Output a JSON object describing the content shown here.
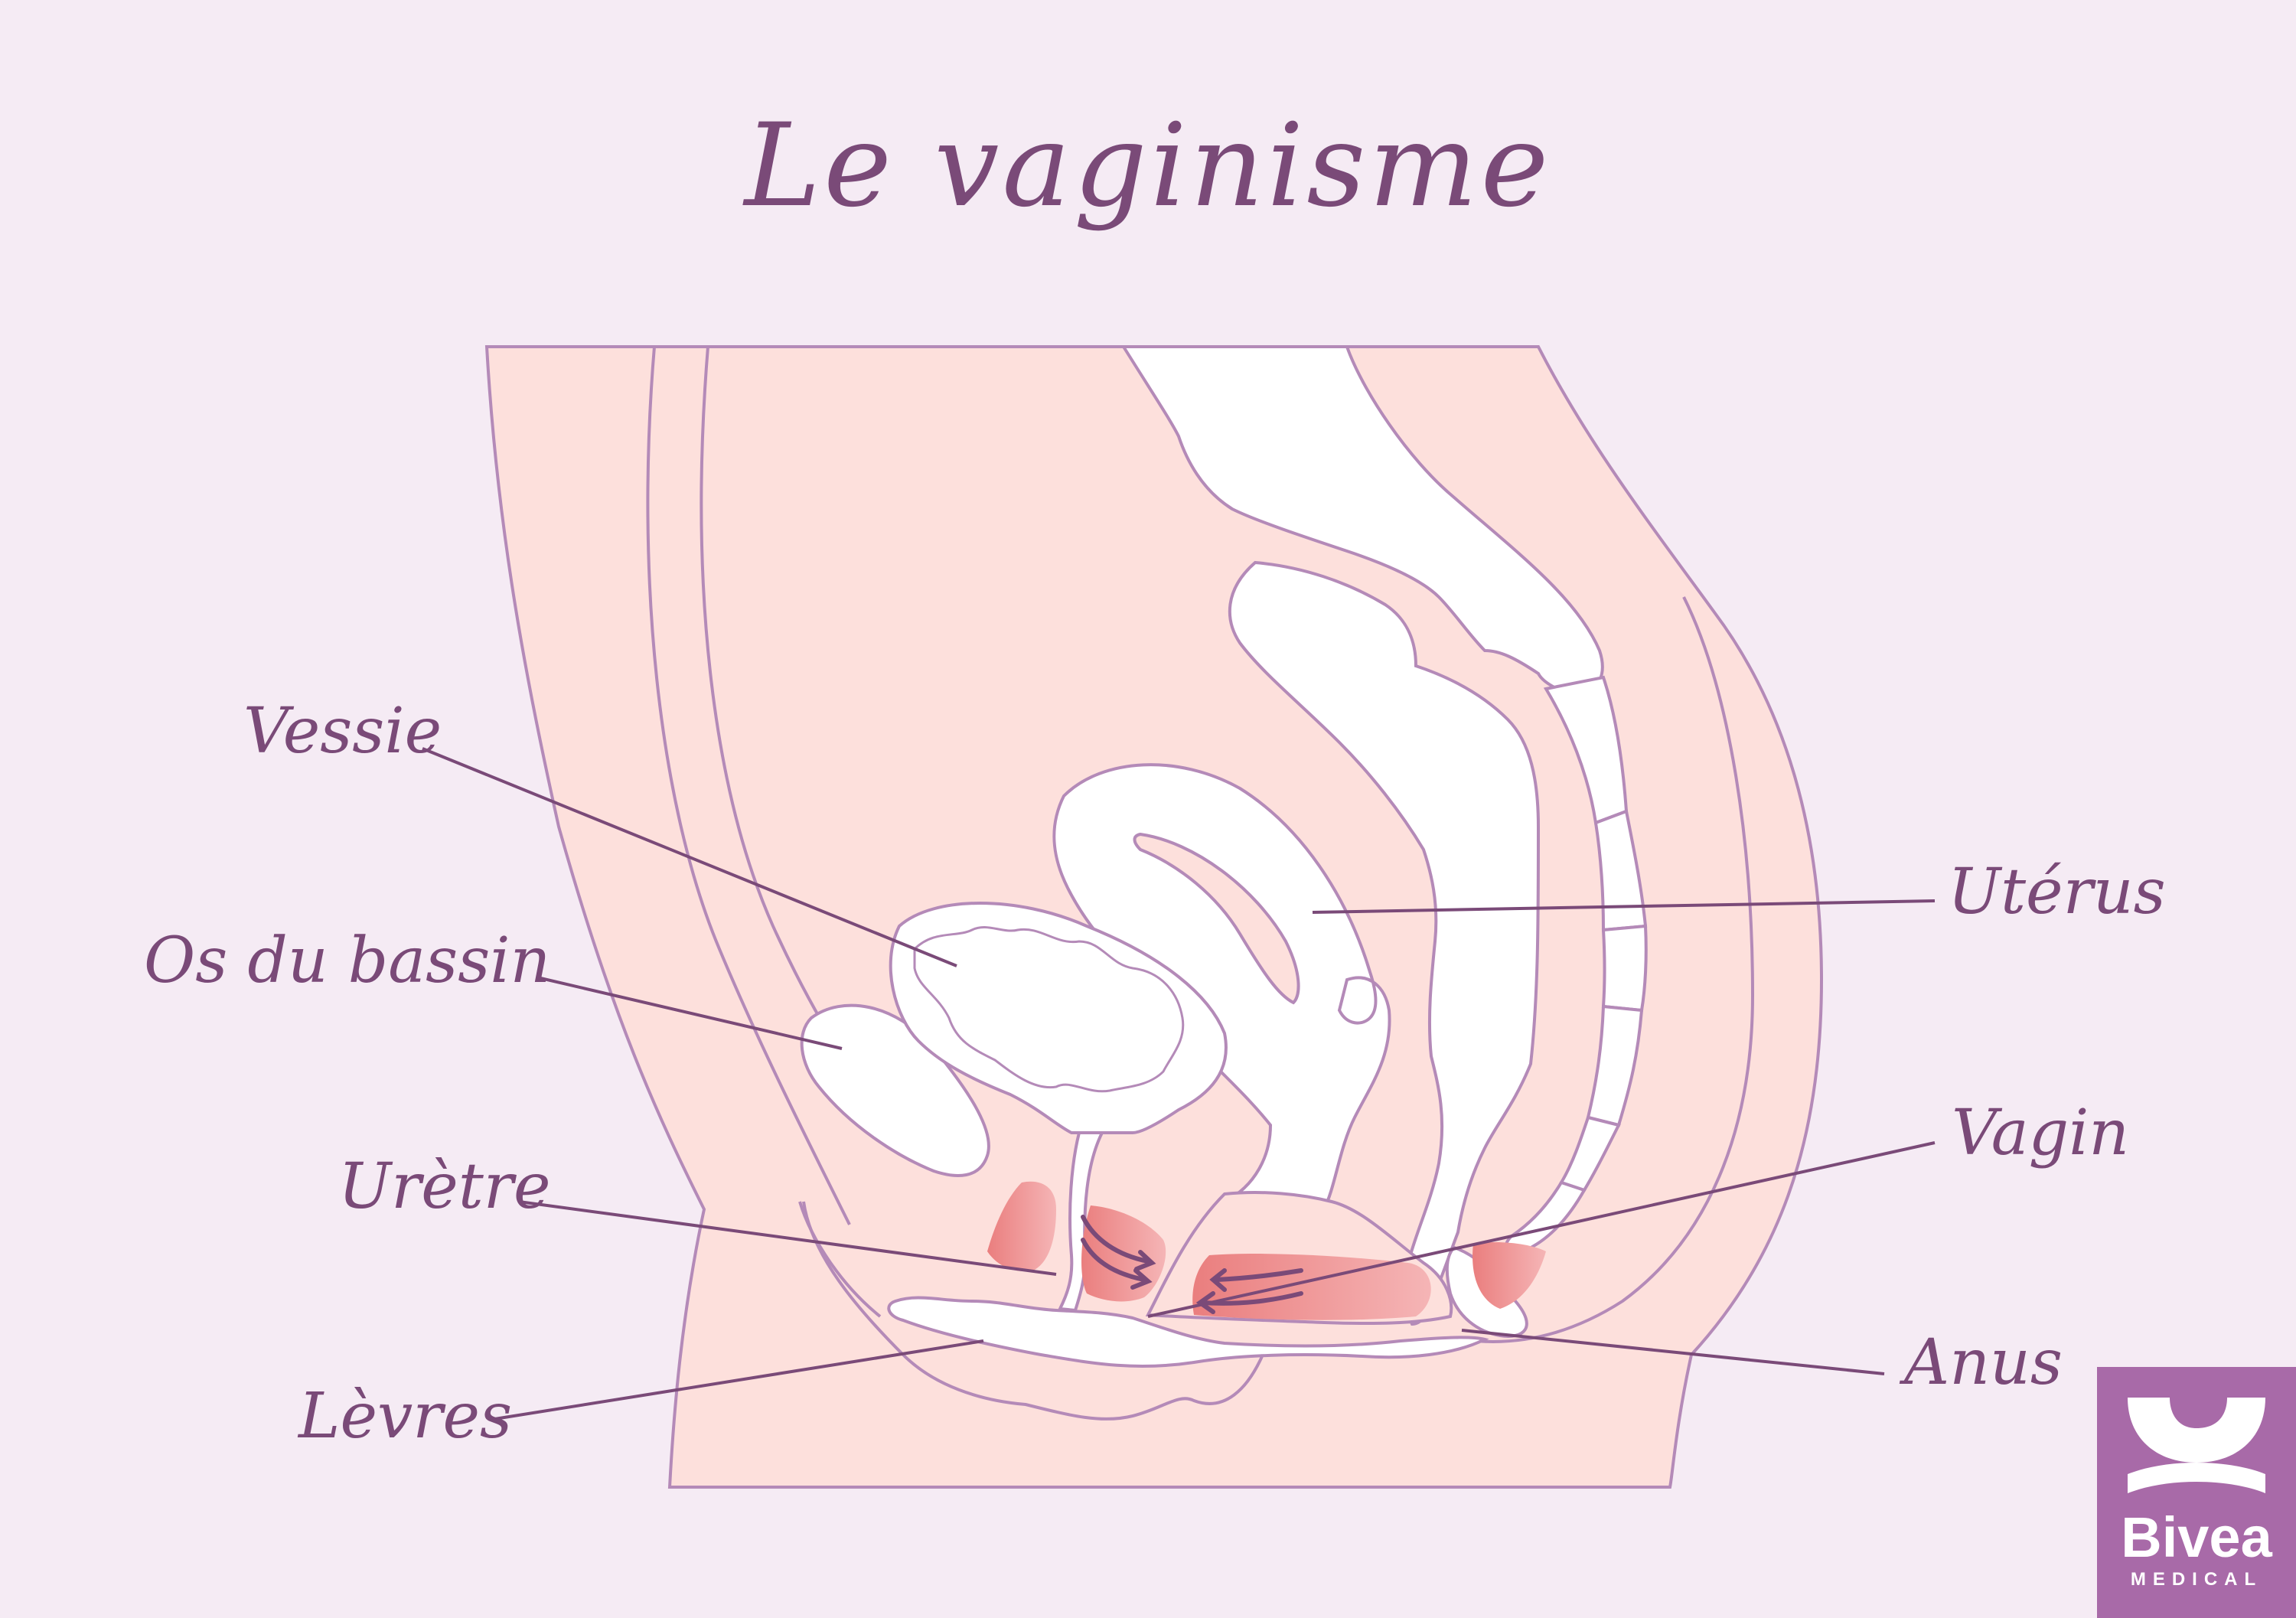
{
  "title": "Le vaginisme",
  "labels": {
    "vessie": "Vessie",
    "os_du_bassin": "Os du bassin",
    "uretre": "Urètre",
    "levres": "Lèvres",
    "uterus": "Utérus",
    "vagin": "Vagin",
    "anus": "Anus"
  },
  "logo": {
    "brand": "Bivea",
    "sub": "MEDICAL"
  },
  "colors": {
    "background": "#f5ebf4",
    "body_fill": "#fde0dc",
    "outline": "#b48ab8",
    "text": "#7a4a78",
    "muscle": "#ee8f8c",
    "logo": "#a86aa8"
  }
}
